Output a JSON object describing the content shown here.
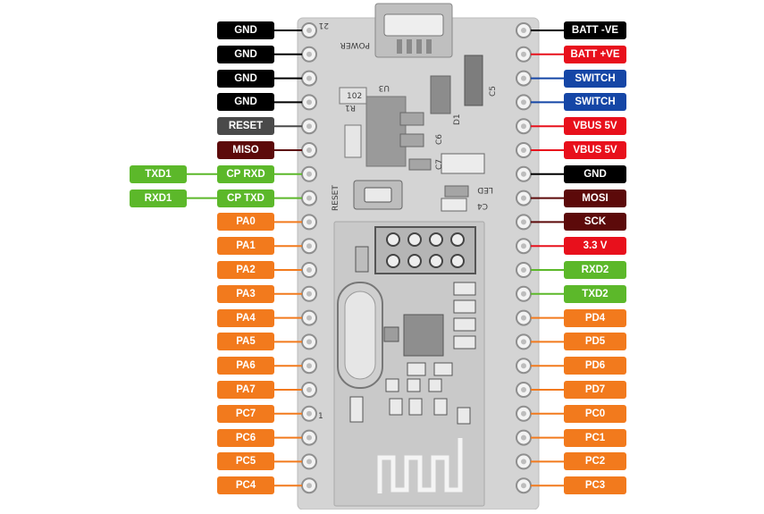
{
  "colors": {
    "gnd": "#000000",
    "reset": "#4a4a4a",
    "miso": "#5c0a0a",
    "uart": "#5cb82a",
    "gpio": "#f27a1d",
    "power_pos": "#e8101c",
    "switch": "#1546a6",
    "spi": "#5c0a0a",
    "board": "#d6d6d6"
  },
  "left_pins": [
    {
      "label": "GND",
      "color": "gnd"
    },
    {
      "label": "GND",
      "color": "gnd"
    },
    {
      "label": "GND",
      "color": "gnd"
    },
    {
      "label": "GND",
      "color": "gnd"
    },
    {
      "label": "RESET",
      "color": "reset"
    },
    {
      "label": "MISO",
      "color": "miso"
    },
    {
      "label": "CP RXD",
      "color": "uart",
      "extra": "TXD1"
    },
    {
      "label": "CP TXD",
      "color": "uart",
      "extra": "RXD1"
    },
    {
      "label": "PA0",
      "color": "gpio"
    },
    {
      "label": "PA1",
      "color": "gpio"
    },
    {
      "label": "PA2",
      "color": "gpio"
    },
    {
      "label": "PA3",
      "color": "gpio"
    },
    {
      "label": "PA4",
      "color": "gpio"
    },
    {
      "label": "PA5",
      "color": "gpio"
    },
    {
      "label": "PA6",
      "color": "gpio"
    },
    {
      "label": "PA7",
      "color": "gpio"
    },
    {
      "label": "PC7",
      "color": "gpio"
    },
    {
      "label": "PC6",
      "color": "gpio"
    },
    {
      "label": "PC5",
      "color": "gpio"
    },
    {
      "label": "PC4",
      "color": "gpio"
    }
  ],
  "right_pins": [
    {
      "label": "BATT -VE",
      "color": "gnd"
    },
    {
      "label": "BATT +VE",
      "color": "power_pos"
    },
    {
      "label": "SWITCH",
      "color": "switch"
    },
    {
      "label": "SWITCH",
      "color": "switch"
    },
    {
      "label": "VBUS 5V",
      "color": "power_pos"
    },
    {
      "label": "VBUS 5V",
      "color": "power_pos"
    },
    {
      "label": "GND",
      "color": "gnd"
    },
    {
      "label": "MOSI",
      "color": "spi"
    },
    {
      "label": "SCK",
      "color": "spi"
    },
    {
      "label": "3.3 V",
      "color": "power_pos"
    },
    {
      "label": "RXD2",
      "color": "uart"
    },
    {
      "label": "TXD2",
      "color": "uart"
    },
    {
      "label": "PD4",
      "color": "gpio"
    },
    {
      "label": "PD5",
      "color": "gpio"
    },
    {
      "label": "PD6",
      "color": "gpio"
    },
    {
      "label": "PD7",
      "color": "gpio"
    },
    {
      "label": "PC0",
      "color": "gpio"
    },
    {
      "label": "PC1",
      "color": "gpio"
    },
    {
      "label": "PC2",
      "color": "gpio"
    },
    {
      "label": "PC3",
      "color": "gpio"
    }
  ],
  "silkscreen": {
    "power": "POWER",
    "reset": "RESET",
    "u3": "U3",
    "r1": "R1",
    "r102": "102",
    "d1": "D1",
    "c5": "C5",
    "c6": "C6",
    "c7": "C7",
    "c4": "C4",
    "led": "LED",
    "pin21": "21",
    "pin1": "1"
  }
}
